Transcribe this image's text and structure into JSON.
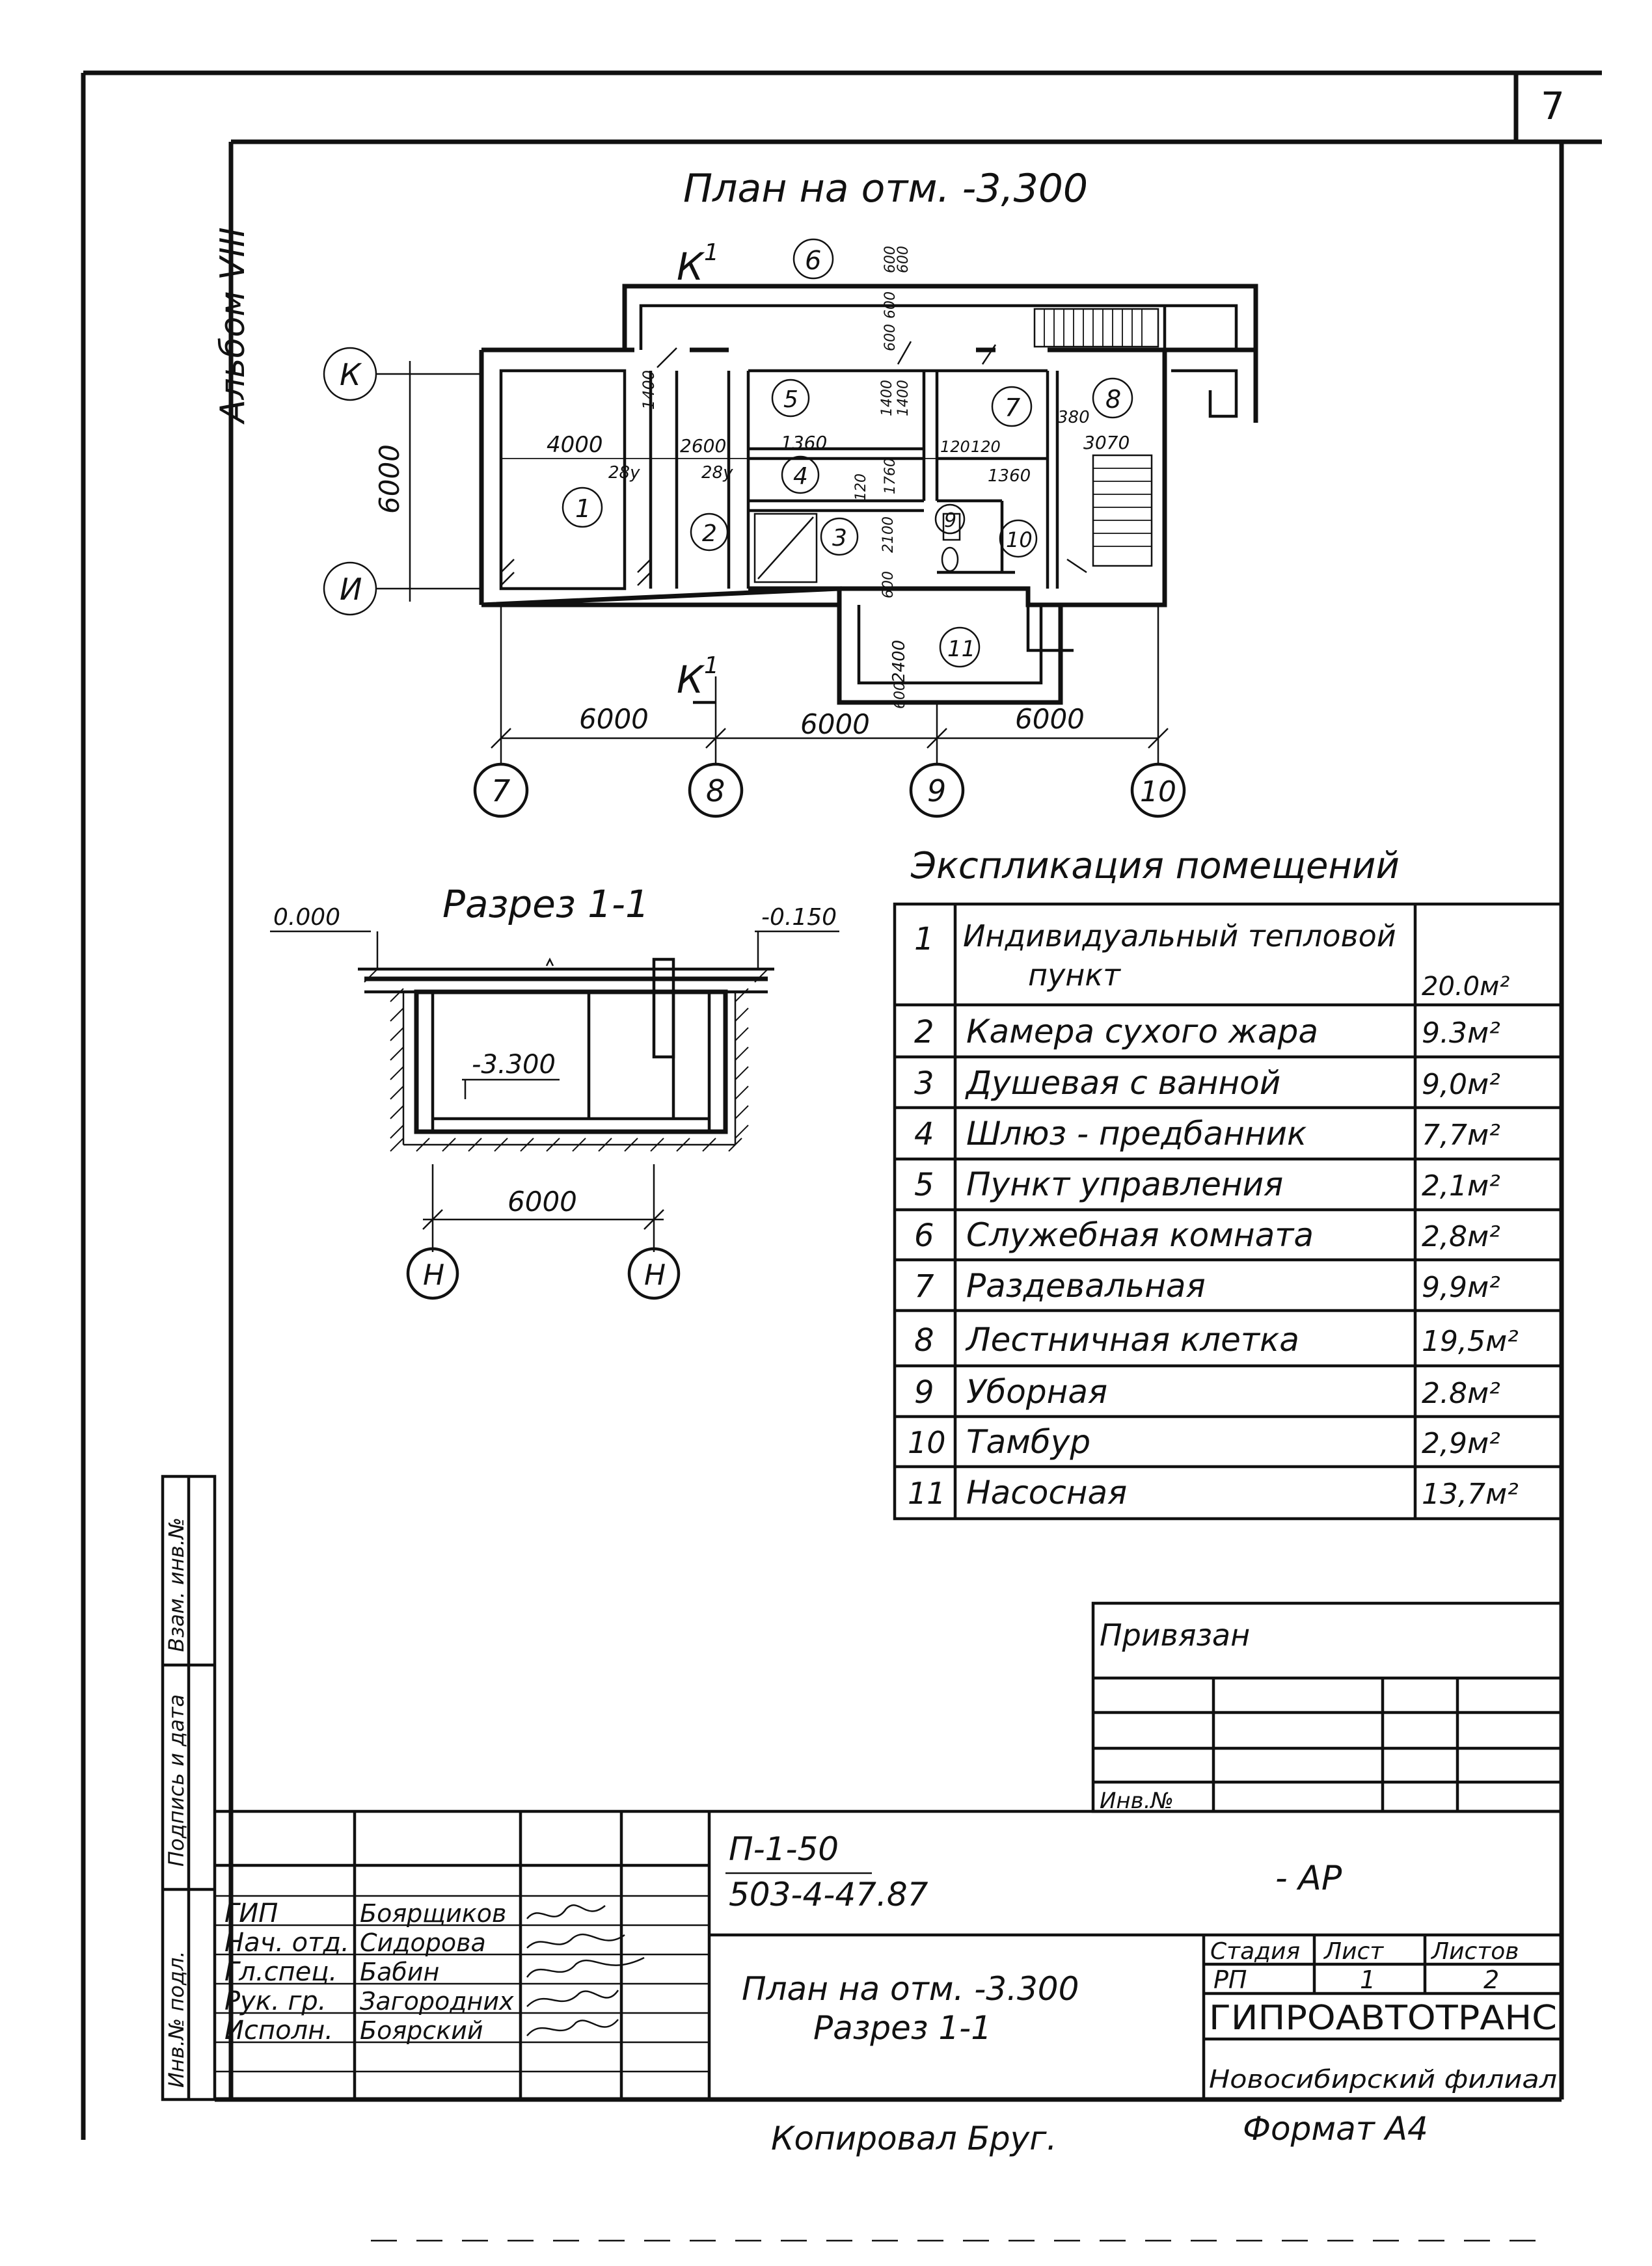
{
  "sheet": {
    "page_number": "7",
    "album_label": "Альбом VIII"
  },
  "plan": {
    "title": "План на отм. -3,300",
    "section_mark": "1",
    "section_mark_letter": "К",
    "axis_rows": [
      "К",
      "И"
    ],
    "axis_cols": [
      "7",
      "8",
      "9",
      "10"
    ],
    "axis_top": "6",
    "row_dim": "6000",
    "col_dims": [
      "6000",
      "6000",
      "6000"
    ],
    "room_numbers": [
      "1",
      "2",
      "3",
      "4",
      "5",
      "7",
      "8",
      "9",
      "10",
      "11"
    ],
    "inner_dims": [
      "4000",
      "2600",
      "1360",
      "1400",
      "28у",
      "28у",
      "120",
      "120",
      "120",
      "380",
      "3070",
      "1400",
      "1360",
      "1760",
      "2100",
      "600",
      "600",
      "2400",
      "600",
      "600",
      "600",
      "600",
      "1400"
    ]
  },
  "section": {
    "title": "Разрез 1-1",
    "level_left": "0.000",
    "level_right": "-0.150",
    "level_inner": "-3.300",
    "span_dim": "6000",
    "axis_labels": [
      "Н",
      "Н"
    ]
  },
  "explication": {
    "title": "Экспликация помещений",
    "rows": [
      {
        "num": "1",
        "name": "Индивидуальный тепловой",
        "name2": "пункт",
        "area": "20.0м²"
      },
      {
        "num": "2",
        "name": "Камера сухого жара",
        "area": "9.3м²"
      },
      {
        "num": "3",
        "name": "Душевая с ванной",
        "area": "9,0м²"
      },
      {
        "num": "4",
        "name": "Шлюз - предбанник",
        "area": "7,7м²"
      },
      {
        "num": "5",
        "name": "Пункт управления",
        "area": "2,1м²"
      },
      {
        "num": "6",
        "name": "Служебная комната",
        "area": "2,8м²"
      },
      {
        "num": "7",
        "name": "Раздевальная",
        "area": "9,9м²"
      },
      {
        "num": "8",
        "name": "Лестничная клетка",
        "area": "19,5м²"
      },
      {
        "num": "9",
        "name": "Уборная",
        "area": "2.8м²"
      },
      {
        "num": "10",
        "name": "Тамбур",
        "area": "2,9м²"
      },
      {
        "num": "11",
        "name": "Насосная",
        "area": "13,7м²"
      }
    ]
  },
  "binding": {
    "label": "Привязан",
    "inv_label": "Инв.№"
  },
  "side_stamp": {
    "cells": [
      "Взам. инв.№",
      "Подпись и дата",
      "Инв.№ подл."
    ]
  },
  "title_block": {
    "code_line1": "П-1-50",
    "code_line2": "503-4-47.87",
    "mark": "- АР",
    "sheet_title_line1": "План на отм. -3.300",
    "sheet_title_line2": "Разрез 1-1",
    "roles": [
      "ГИП",
      "Нач. отд.",
      "Гл.спец.",
      "Рук. гр.",
      "Исполн."
    ],
    "names": [
      "Боярщиков",
      "Сидорова",
      "Бабин",
      "Загородних",
      "Боярский"
    ],
    "stage_label": "Стадия",
    "sheet_label": "Лист",
    "sheets_label": "Листов",
    "stage_value": "РП",
    "sheet_value": "1",
    "sheets_value": "2",
    "org_name": "ГИПРОАВТОТРАНС",
    "org_branch": "Новосибирский филиал"
  },
  "footer": {
    "copied": "Копировал Бруг.",
    "format": "Формат А4"
  }
}
